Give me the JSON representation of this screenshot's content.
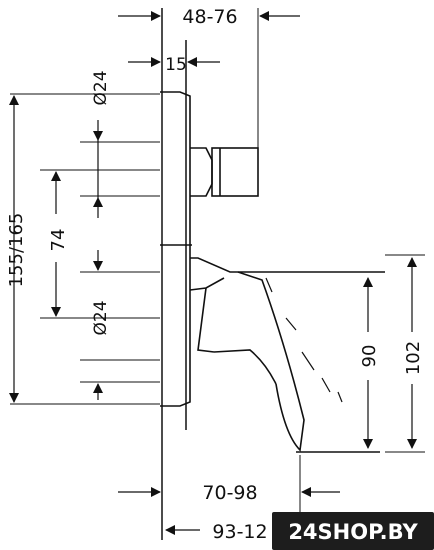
{
  "drawing": {
    "top_range": "48-76",
    "cover_depth": "15",
    "diam_upper": "Ø24",
    "height_total": "155/165",
    "spacing": "74",
    "diam_lower": "Ø24",
    "spout_span": "70-98",
    "spout_total": "93-12",
    "depth_90": "90",
    "depth_102": "102"
  },
  "watermark": {
    "text": "24SHOP.BY"
  }
}
